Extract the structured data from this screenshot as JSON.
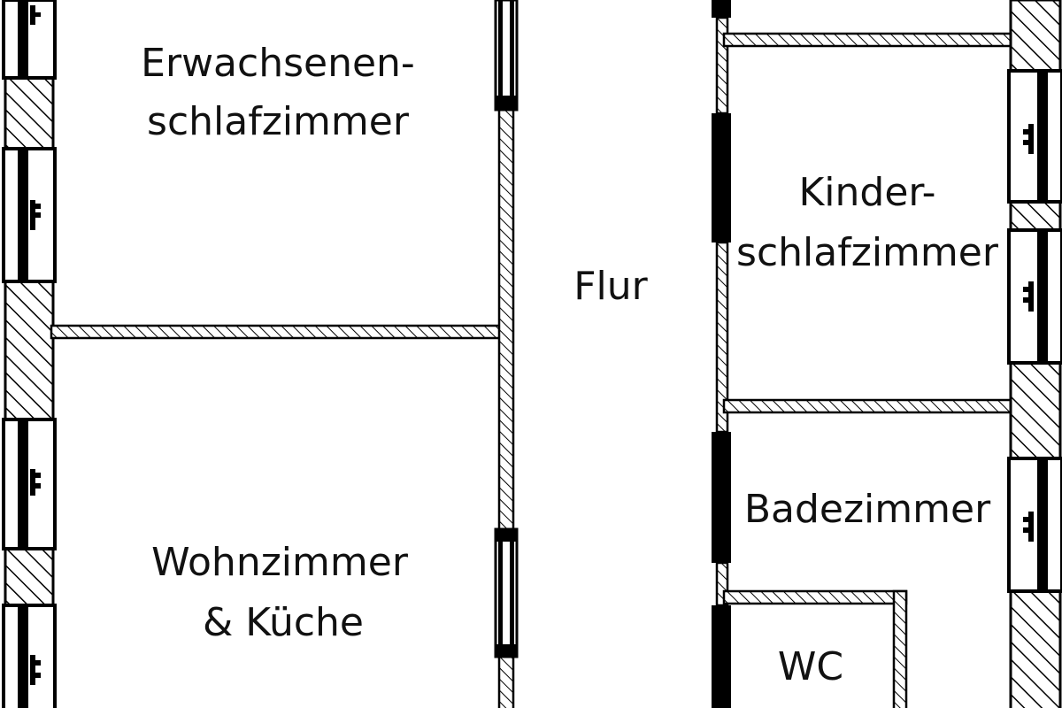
{
  "plan": {
    "colors": {
      "wall": "#000000",
      "background": "#ffffff",
      "hatch": "#000000"
    },
    "rooms": {
      "erwachsenen": {
        "line1": "Erwachsenen-",
        "line2": "schlafzimmer"
      },
      "wohnzimmer": {
        "line1": "Wohnzimmer",
        "line2": "& Küche"
      },
      "flur": {
        "label": "Flur"
      },
      "kinder": {
        "line1": "Kinder-",
        "line2": "schlafzimmer"
      },
      "bad": {
        "label": "Badezimmer"
      },
      "wc": {
        "label": "WC"
      }
    }
  }
}
